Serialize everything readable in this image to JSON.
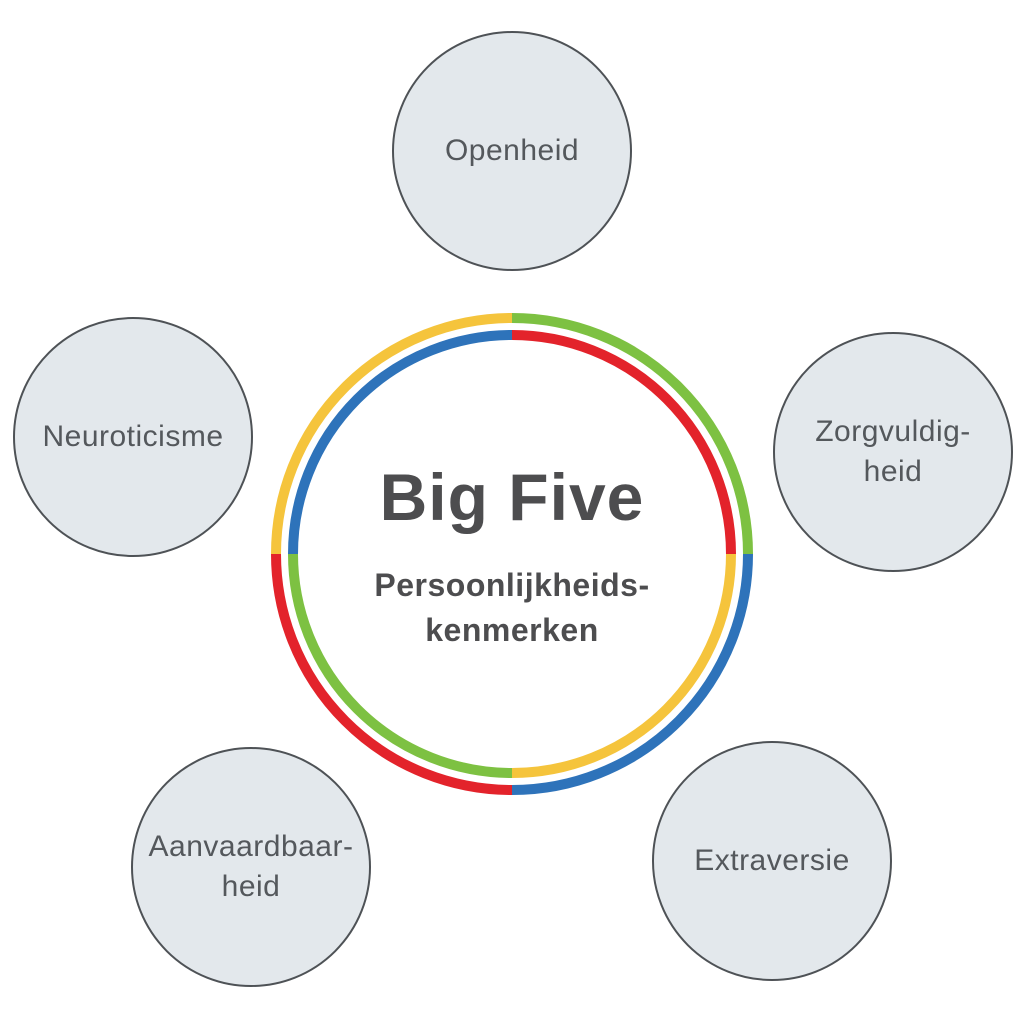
{
  "center": {
    "title": "Big Five",
    "subtitle_lines": [
      "Persoonlijkheids-",
      "kenmerken"
    ]
  },
  "traits": [
    {
      "id": "openheid",
      "position": "top",
      "lines": [
        "Openheid"
      ]
    },
    {
      "id": "zorgvuldigheid",
      "position": "right",
      "lines": [
        "Zorgvuldig-",
        "heid"
      ]
    },
    {
      "id": "extraversie",
      "position": "bottom-right",
      "lines": [
        "Extraversie"
      ]
    },
    {
      "id": "aanvaardbaarheid",
      "position": "bottom-left",
      "lines": [
        "Aanvaardbaar-",
        "heid"
      ]
    },
    {
      "id": "neuroticisme",
      "position": "left",
      "lines": [
        "Neuroticisme"
      ]
    }
  ],
  "ring": {
    "outer": {
      "ne": "#7DC142",
      "se": "#2E73BA",
      "sw": "#E3232B",
      "nw": "#F5C43C"
    },
    "inner": {
      "ne": "#E3232B",
      "se": "#F5C43C",
      "sw": "#7DC142",
      "nw": "#2E73BA"
    }
  },
  "colors": {
    "green": "#7DC142",
    "blue": "#2E73BA",
    "red": "#E3232B",
    "yellow": "#F5C43C",
    "node_fill": "#E3E8EC",
    "node_border": "#4E5256",
    "center_text": "#4D4D4F",
    "node_text": "#54585C",
    "background": "#FFFFFF"
  }
}
